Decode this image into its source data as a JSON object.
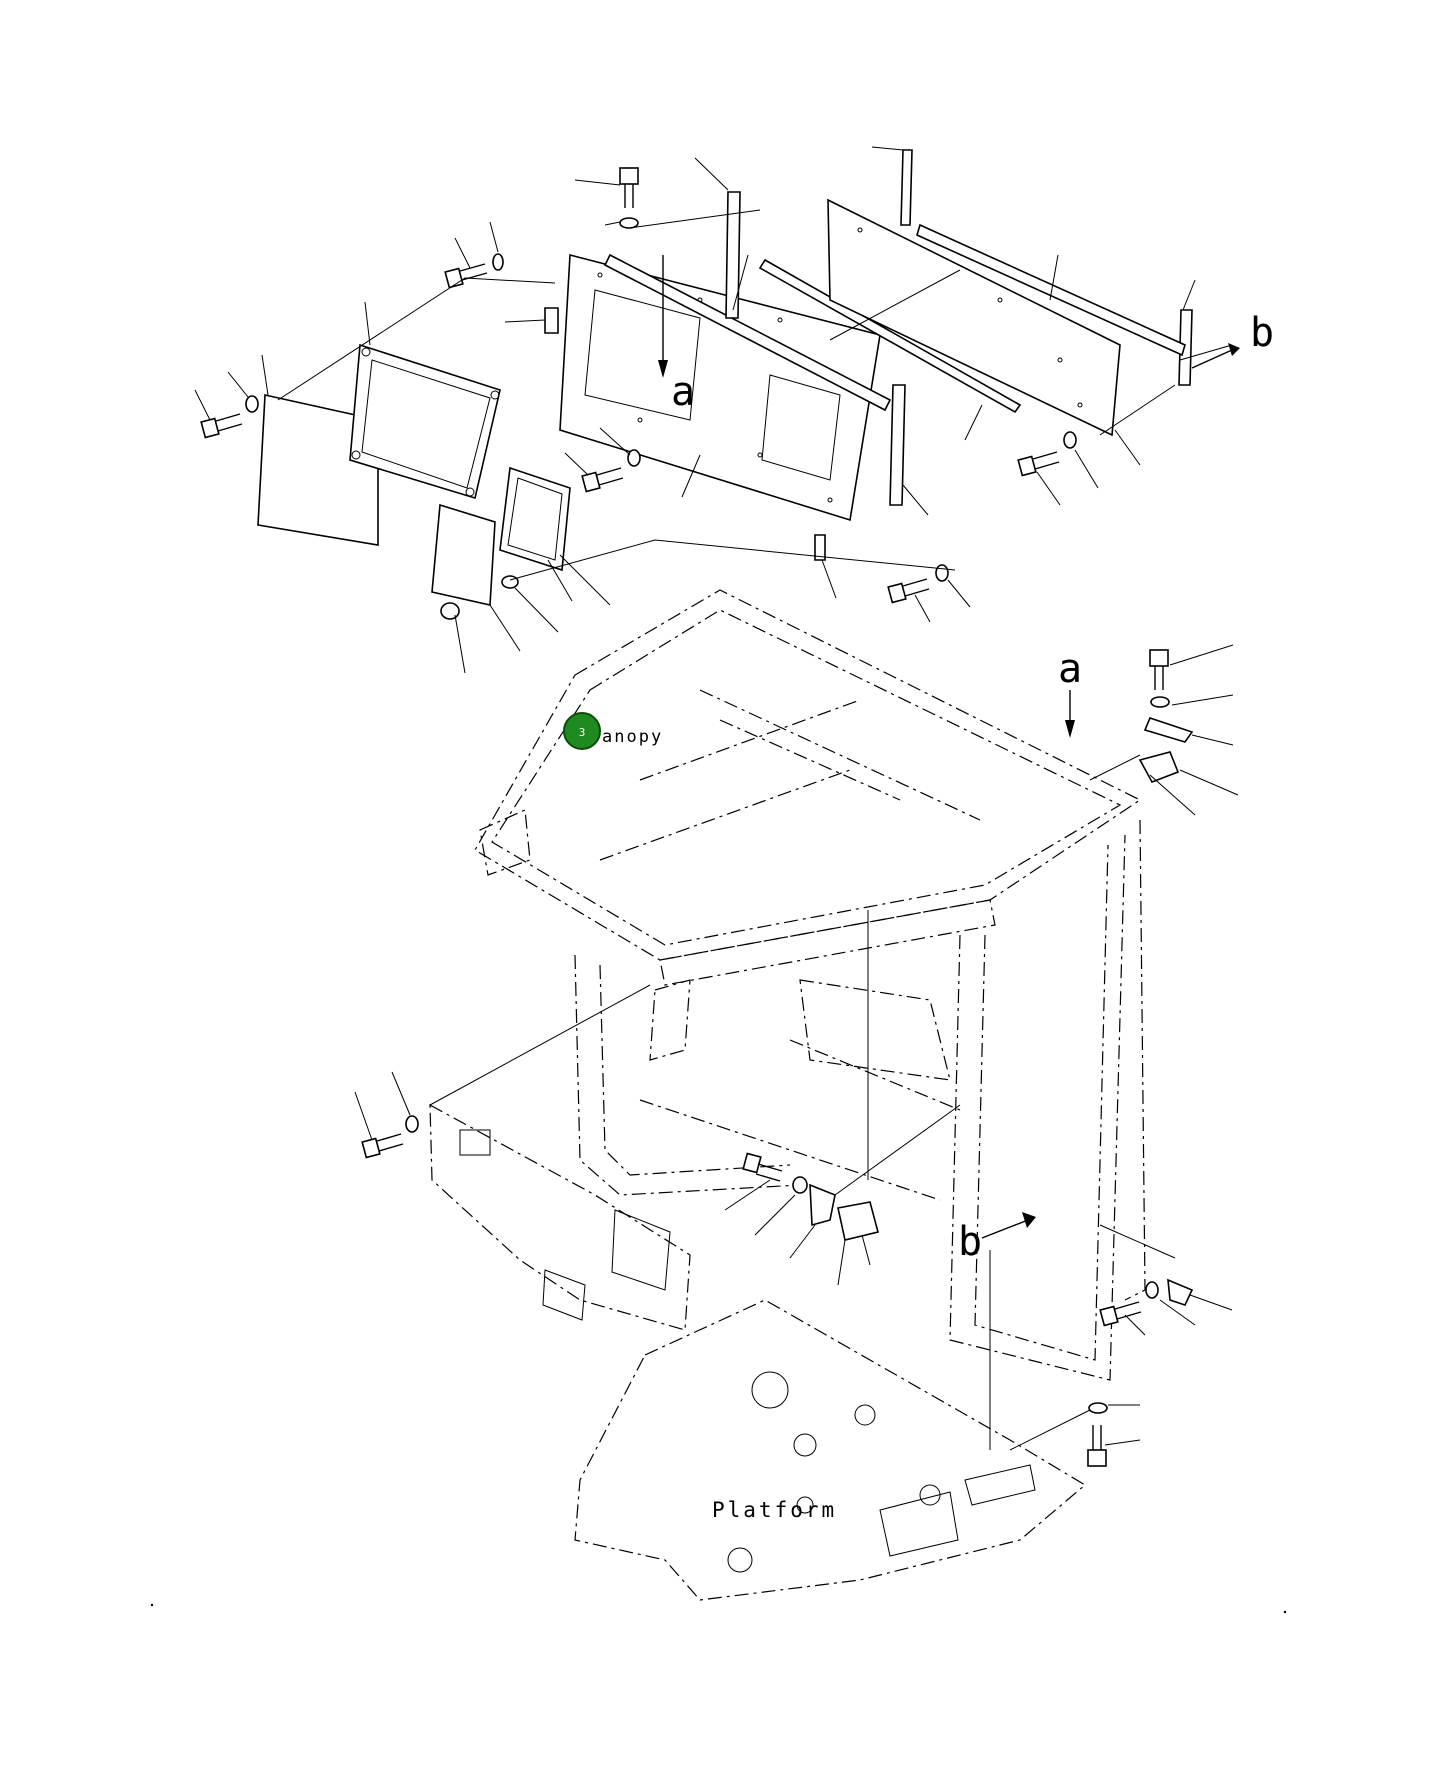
{
  "labels": {
    "canopy": "anopy",
    "platform": "Platform",
    "ref_a_upper": "a",
    "ref_a_lower": "a",
    "ref_b_right": "b",
    "ref_b_lower": "b"
  },
  "hotspot": {
    "number": "3",
    "color": "#1f8a1f"
  }
}
